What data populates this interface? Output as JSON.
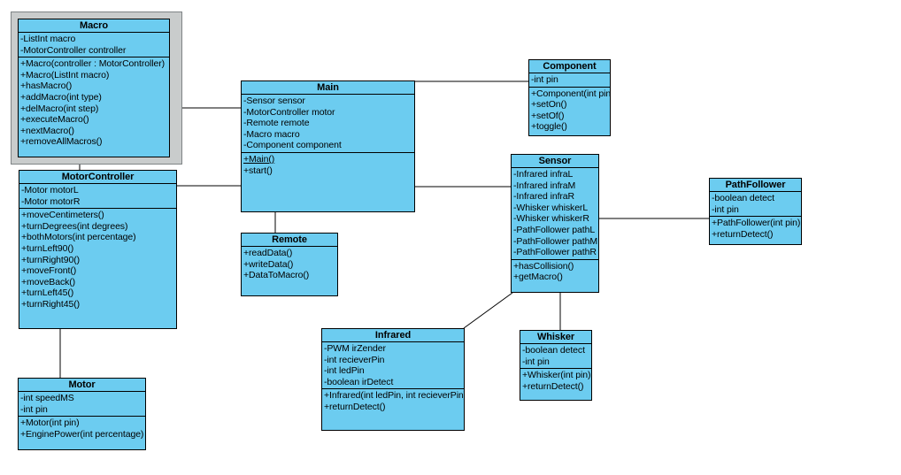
{
  "colors": {
    "class_fill": "#6cccf0",
    "border": "#000000",
    "selection_frame": "#c9cccc",
    "background": "#ffffff"
  },
  "classes": {
    "macro": {
      "title": "Macro",
      "selected": true,
      "attributes": [
        "-ListInt macro",
        "-MotorController controller"
      ],
      "methods": [
        "+Macro(controller : MotorController)",
        "+Macro(ListInt macro)",
        "+hasMacro()",
        "+addMacro(int type)",
        "+delMacro(int step)",
        "+executeMacro()",
        "+nextMacro()",
        "+removeAllMacros()"
      ]
    },
    "motorcontroller": {
      "title": "MotorController",
      "attributes": [
        "-Motor motorL",
        "-Motor motorR"
      ],
      "methods": [
        "+moveCentimeters()",
        "+turnDegrees(int degrees)",
        "+bothMotors(int percentage)",
        "+turnLeft90()",
        "+turnRight90()",
        "+moveFront()",
        "+moveBack()",
        "+turnLeft45()",
        "+turnRight45()"
      ]
    },
    "motor": {
      "title": "Motor",
      "attributes": [
        "-int speedMS",
        "-int pin"
      ],
      "methods": [
        "+Motor(int pin)",
        "+EnginePower(int percentage)"
      ]
    },
    "main": {
      "title": "Main",
      "attributes": [
        "-Sensor sensor",
        "-MotorController motor",
        "-Remote remote",
        "-Macro macro",
        "-Component component"
      ],
      "methods": [
        {
          "text": "+Main()",
          "underline": true
        },
        "+start()"
      ]
    },
    "remote": {
      "title": "Remote",
      "attributes": [],
      "methods": [
        "+readData()",
        "+writeData()",
        "+DataToMacro()"
      ]
    },
    "component": {
      "title": "Component",
      "attributes": [
        "-int pin"
      ],
      "methods": [
        "+Component(int pin)",
        "+setOn()",
        "+setOf()",
        "+toggle()"
      ]
    },
    "sensor": {
      "title": "Sensor",
      "attributes": [
        "-Infrared infraL",
        "-Infrared infraM",
        "-Infrared infraR",
        "-Whisker whiskerL",
        "-Whisker whiskerR",
        "-PathFollower pathL",
        "-PathFollower pathM",
        "-PathFollower pathR"
      ],
      "methods": [
        "+hasCollision()",
        "+getMacro()"
      ]
    },
    "pathfollower": {
      "title": "PathFollower",
      "attributes": [
        "-boolean detect",
        "-int pin"
      ],
      "methods": [
        "+PathFollower(int pin)",
        "+returnDetect()"
      ]
    },
    "infrared": {
      "title": "Infrared",
      "attributes": [
        "-PWM irZender",
        "-int recieverPin",
        "-int ledPin",
        "-boolean irDetect"
      ],
      "methods": [
        "+Infrared(int ledPin, int recieverPin)",
        "+returnDetect()"
      ]
    },
    "whisker": {
      "title": "Whisker",
      "attributes": [
        "-boolean detect",
        "-int pin"
      ],
      "methods": [
        "+Whisker(int pin)",
        "+returnDetect()"
      ]
    }
  },
  "relationships": [
    {
      "from": "Macro",
      "to": "MotorController"
    },
    {
      "from": "Macro",
      "to": "Main"
    },
    {
      "from": "MotorController",
      "to": "Main"
    },
    {
      "from": "MotorController",
      "to": "Motor"
    },
    {
      "from": "Main",
      "to": "Remote"
    },
    {
      "from": "Main",
      "to": "Component"
    },
    {
      "from": "Main",
      "to": "Sensor"
    },
    {
      "from": "Sensor",
      "to": "PathFollower"
    },
    {
      "from": "Sensor",
      "to": "Whisker"
    },
    {
      "from": "Sensor",
      "to": "Infrared"
    }
  ]
}
